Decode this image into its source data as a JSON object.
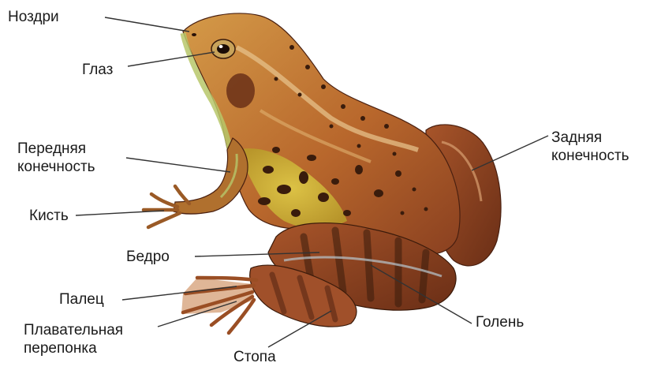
{
  "labels": {
    "nostrils": "Ноздри",
    "eye": "Глаз",
    "forelimb": [
      "Передняя",
      "конечность"
    ],
    "hand": "Кисть",
    "thigh": "Бедро",
    "finger": "Палец",
    "web": [
      "Плавательная",
      "перепонка"
    ],
    "foot": "Стопа",
    "shin": "Голень",
    "hindlimb": [
      "Задняя",
      "конечность"
    ]
  },
  "colors": {
    "skin_light": "#c98a3a",
    "skin_mid": "#b5652a",
    "skin_dark": "#5a2a14",
    "spot": "#3a1c0c",
    "belly": "#d8c23a",
    "lip_stripe": "#b7c76a"
  }
}
